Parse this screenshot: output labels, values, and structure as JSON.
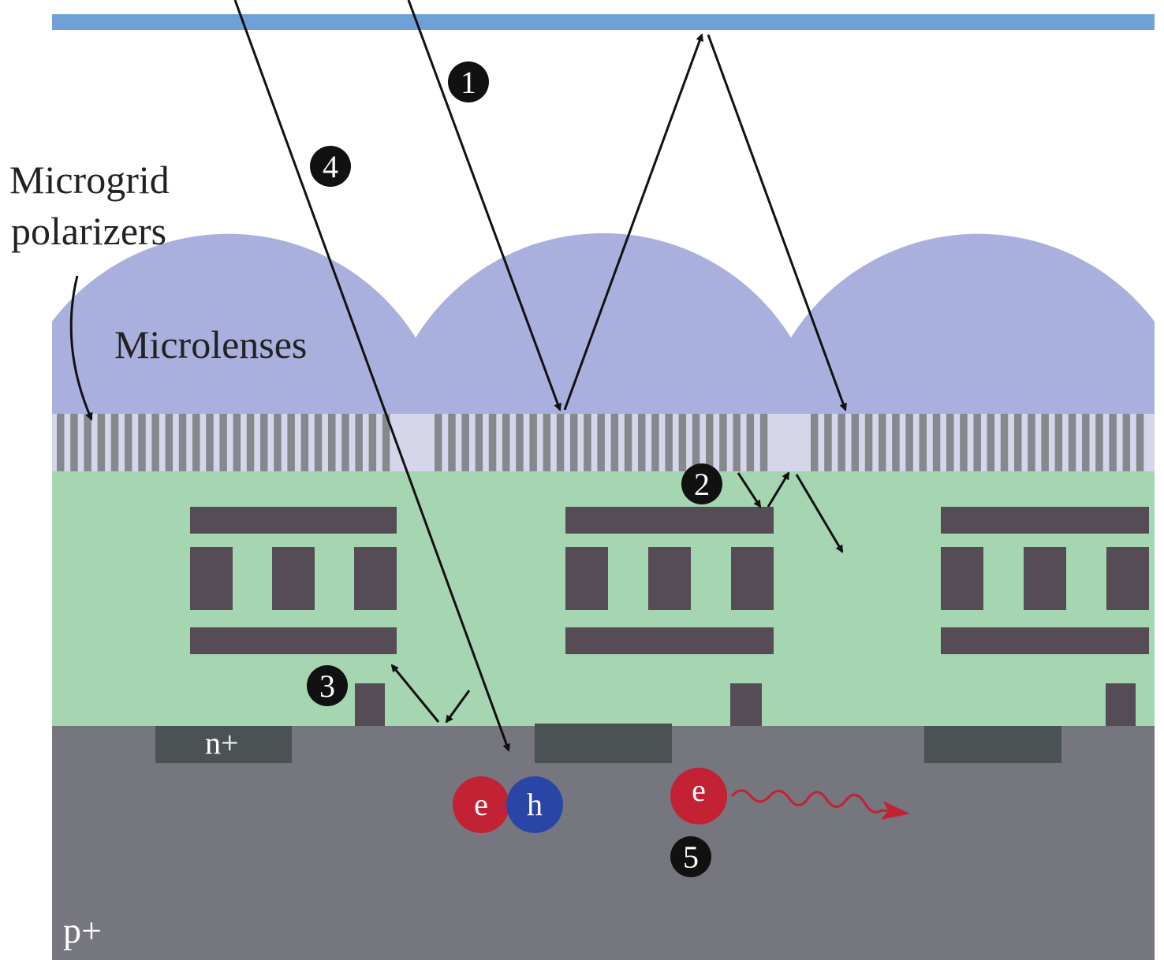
{
  "labels": {
    "microgrid_line1": "Microgrid",
    "microgrid_line2": "polarizers",
    "microlenses": "Microlenses",
    "n_plus": "n+",
    "p_plus": "p+"
  },
  "badges": [
    "1",
    "2",
    "3",
    "4",
    "5"
  ],
  "carriers": {
    "electron": "e",
    "hole": "h",
    "free_electron": "e"
  },
  "colors": {
    "cover_glass": "#6fa0d8",
    "microlens": "#aab0de",
    "polarizer_bg": "#d6d6ea",
    "polarizer_wire": "#85888d",
    "dielectric": "#a6d5b2",
    "metal": "#564c55",
    "substrate": "#75767e",
    "n_well": "#4b5253",
    "electron": "#c22233",
    "hole": "#2946a6",
    "ray": "#111111",
    "badge": "#111111"
  }
}
